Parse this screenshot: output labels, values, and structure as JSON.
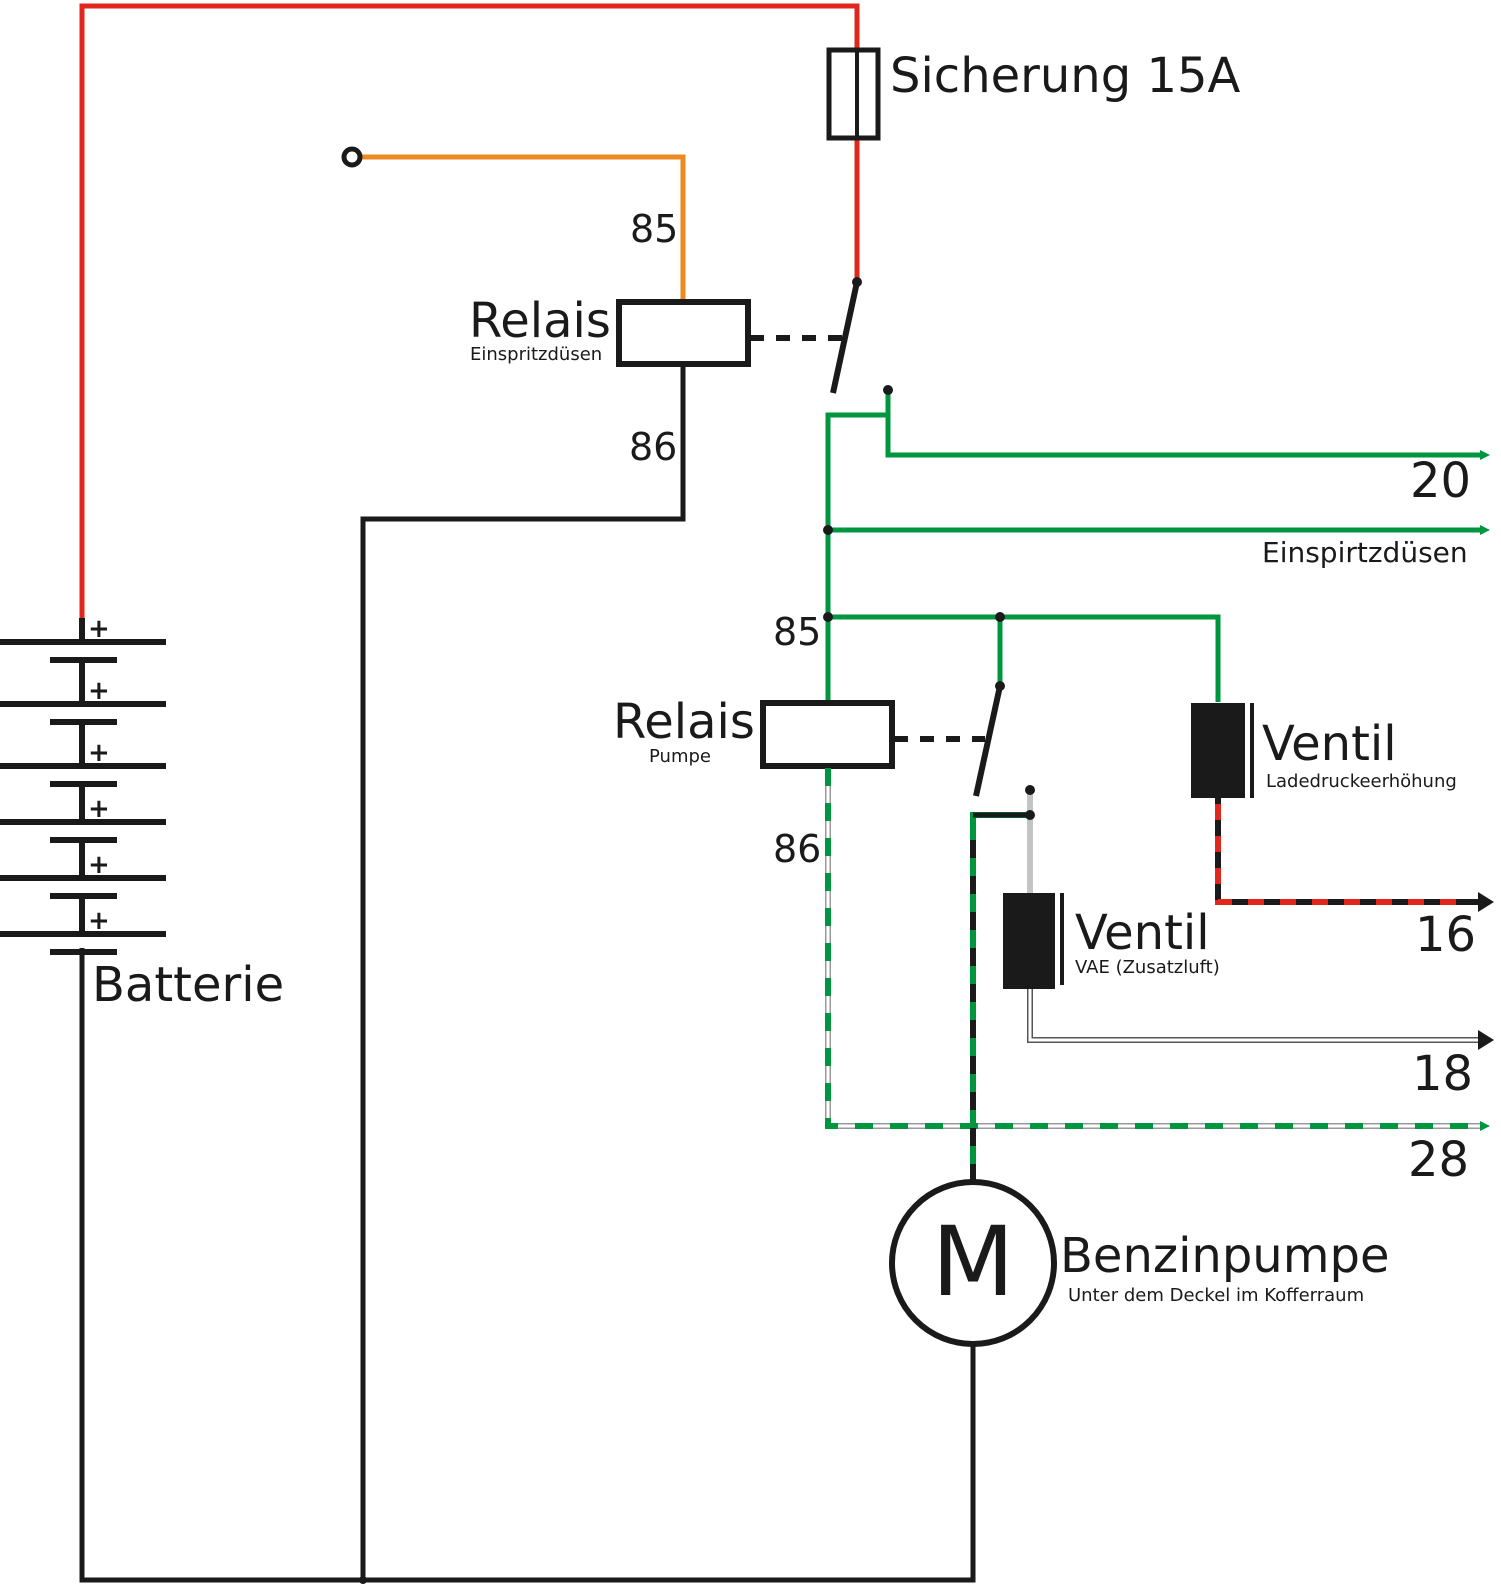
{
  "colors": {
    "battery_plus": "#e1261c",
    "ignition": "#ee8a22",
    "switched": "#009640",
    "ground": "#1a1a1a",
    "grey": "#c4c4c4",
    "wire_red": "#e1261c"
  },
  "fuse": {
    "label": "Sicherung 15A"
  },
  "battery": {
    "label": "Batterie",
    "cell_marker": "+"
  },
  "relay_injectors": {
    "title": "Relais",
    "subtitle": "Einspritzdüsen",
    "pin_in": "85",
    "pin_out": "86"
  },
  "relay_pump": {
    "title": "Relais",
    "subtitle": "Pumpe",
    "pin_in": "85",
    "pin_out": "86"
  },
  "valve_boost": {
    "title": "Ventil",
    "subtitle": "Ladedruckeerhöhung"
  },
  "valve_vae": {
    "title": "Ventil",
    "subtitle": "VAE (Zusatzluft)"
  },
  "pump": {
    "symbol": "M",
    "title": "Benzinpumpe",
    "subtitle": "Unter dem Deckel im Kofferraum"
  },
  "outputs": [
    {
      "label": "20"
    },
    {
      "label": "Einspirtzdüsen"
    },
    {
      "label": "16"
    },
    {
      "label": "18"
    },
    {
      "label": "28"
    }
  ]
}
